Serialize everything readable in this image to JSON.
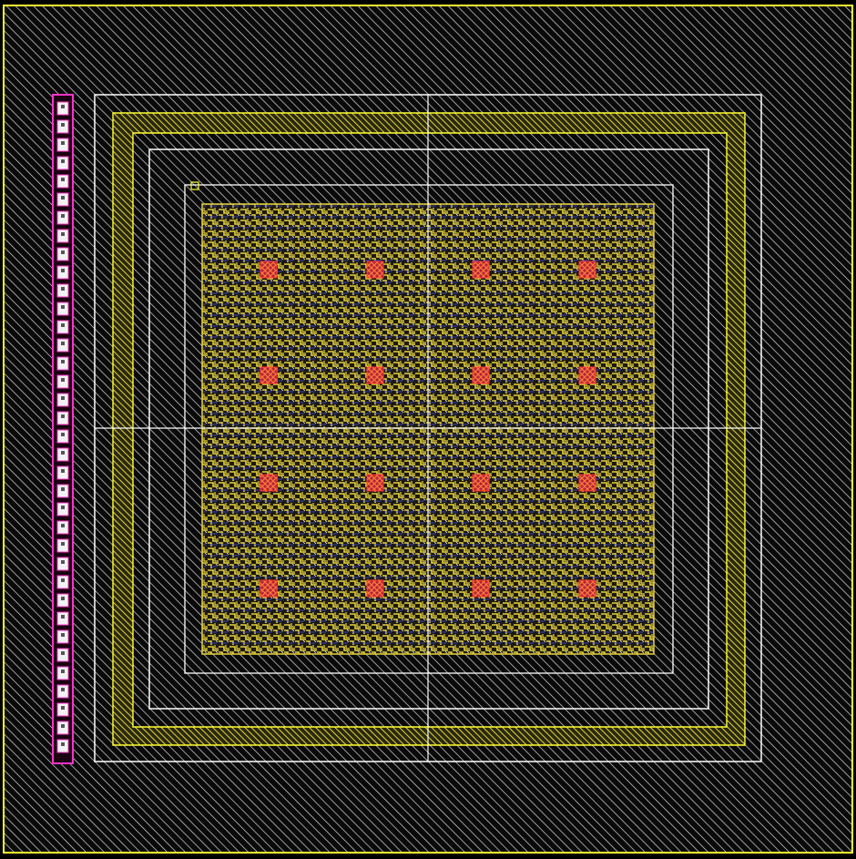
{
  "layout": {
    "background": "#000000",
    "die_boundary_color": "#ffff33",
    "fill_hatch_color": "#ffffff",
    "seal_ring_color": "#ffff33",
    "guard_ring_color": "#ffffff",
    "core_fill_color": "#e6d23c",
    "via_color": "#ff3333",
    "pad_outline_color": "#ff33cc",
    "pad_fill_color": "#ffffff",
    "via_grid": {
      "rows": 4,
      "columns": 4
    },
    "pad_column": {
      "count": 36
    },
    "crosshair": "center"
  }
}
